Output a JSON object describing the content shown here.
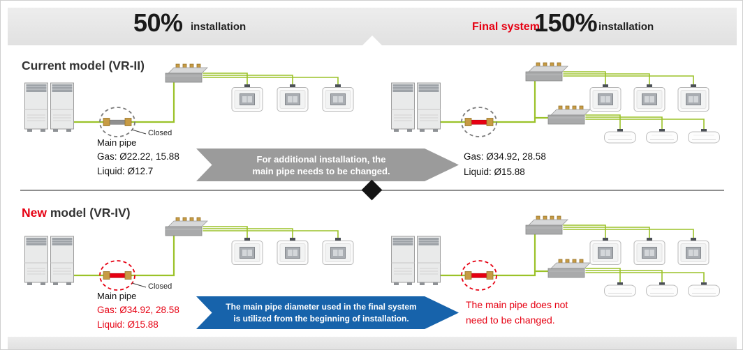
{
  "colors": {
    "red": "#e60012",
    "pipe_green": "#9bc228",
    "banner_gray": "#9b9b9b",
    "banner_blue": "#1763ab"
  },
  "header": {
    "left_percent": "50%",
    "left_label": "installation",
    "right_prefix": "Final system:",
    "right_percent": "150%",
    "right_label": "installation"
  },
  "current": {
    "title": "Current model (VR-II)",
    "left": {
      "closed": "Closed",
      "main_pipe": "Main pipe",
      "gas": "Gas: Ø22.22, 15.88",
      "liquid": "Liquid: Ø12.7"
    },
    "banner": {
      "line1": "For additional installation, the",
      "line2": "main pipe needs to be changed."
    },
    "right": {
      "gas": "Gas: Ø34.92, 28.58",
      "liquid": "Liquid: Ø15.88"
    }
  },
  "new": {
    "title_accent": "New",
    "title_rest": " model (VR-IV)",
    "left": {
      "closed": "Closed",
      "main_pipe": "Main pipe",
      "gas": "Gas: Ø34.92, 28.58",
      "liquid": "Liquid: Ø15.88"
    },
    "banner": {
      "line1": "The main pipe diameter used in the final system",
      "line2": "is utilized from the beginning of installation."
    },
    "right": {
      "line1": "The main pipe does not",
      "line2": "need to be changed."
    }
  }
}
